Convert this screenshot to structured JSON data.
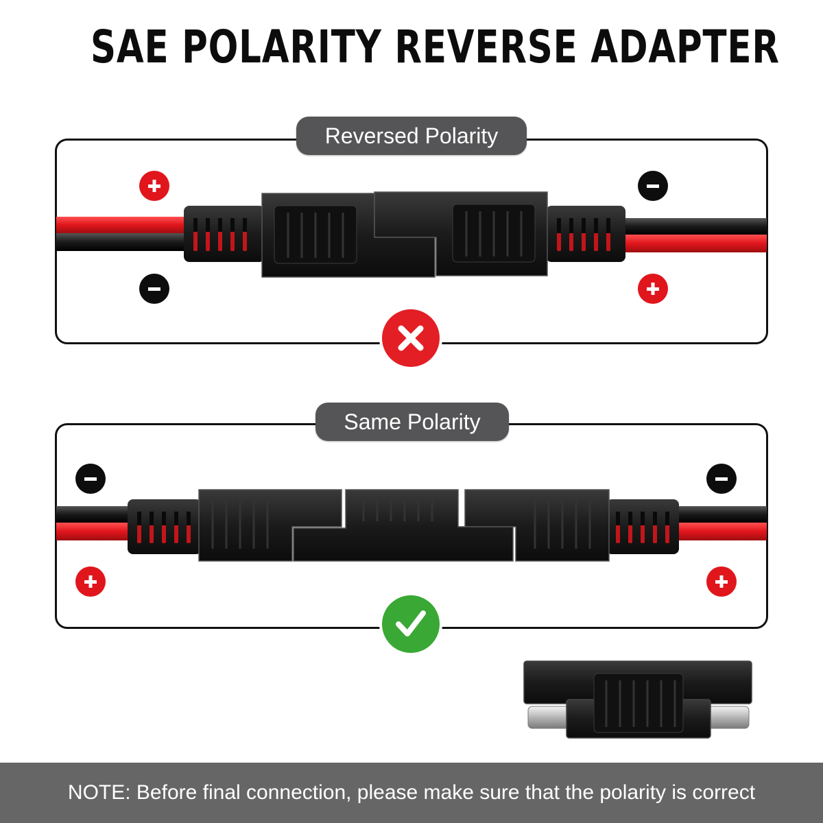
{
  "title": "SAE POLARITY REVERSE ADAPTER",
  "panels": {
    "reversed": {
      "label": "Reversed Polarity"
    },
    "same": {
      "label": "Same Polarity"
    }
  },
  "note": "NOTE: Before final connection, please make sure that the polarity is correct",
  "colors": {
    "positive": "#e0161c",
    "negative": "#0d0d0d",
    "wrong": "#e31e24",
    "correct": "#3aa834",
    "label_bg": "#555557",
    "note_bg": "#666666"
  },
  "icons": {
    "positive": "plus-icon",
    "negative": "minus-icon",
    "wrong": "x-icon",
    "correct": "checkmark-icon"
  }
}
